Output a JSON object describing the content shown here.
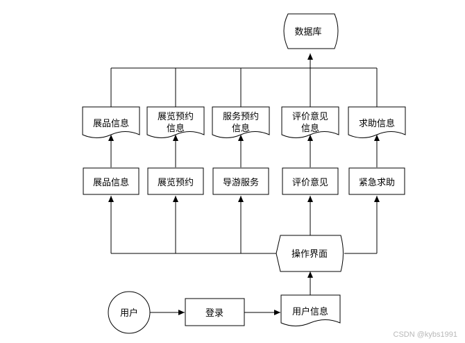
{
  "database": {
    "label": "数据库"
  },
  "documents": [
    {
      "lines": [
        "展品信息"
      ]
    },
    {
      "lines": [
        "展览预约",
        "信息"
      ]
    },
    {
      "lines": [
        "服务预约",
        "信息"
      ]
    },
    {
      "lines": [
        "评价意见",
        "信息"
      ]
    },
    {
      "lines": [
        "求助信息"
      ]
    }
  ],
  "processes": [
    "展品信息",
    "展览预约",
    "导游服务",
    "评价意见",
    "紧急求助"
  ],
  "interface": {
    "label": "操作界面"
  },
  "user": {
    "label": "用户"
  },
  "login": {
    "label": "登录"
  },
  "user_info": {
    "label": "用户信息"
  },
  "watermark": "CSDN @kybs1991",
  "colors": {
    "stroke": "#000000",
    "fill": "#ffffff",
    "watermark": "#b8b8b8"
  }
}
